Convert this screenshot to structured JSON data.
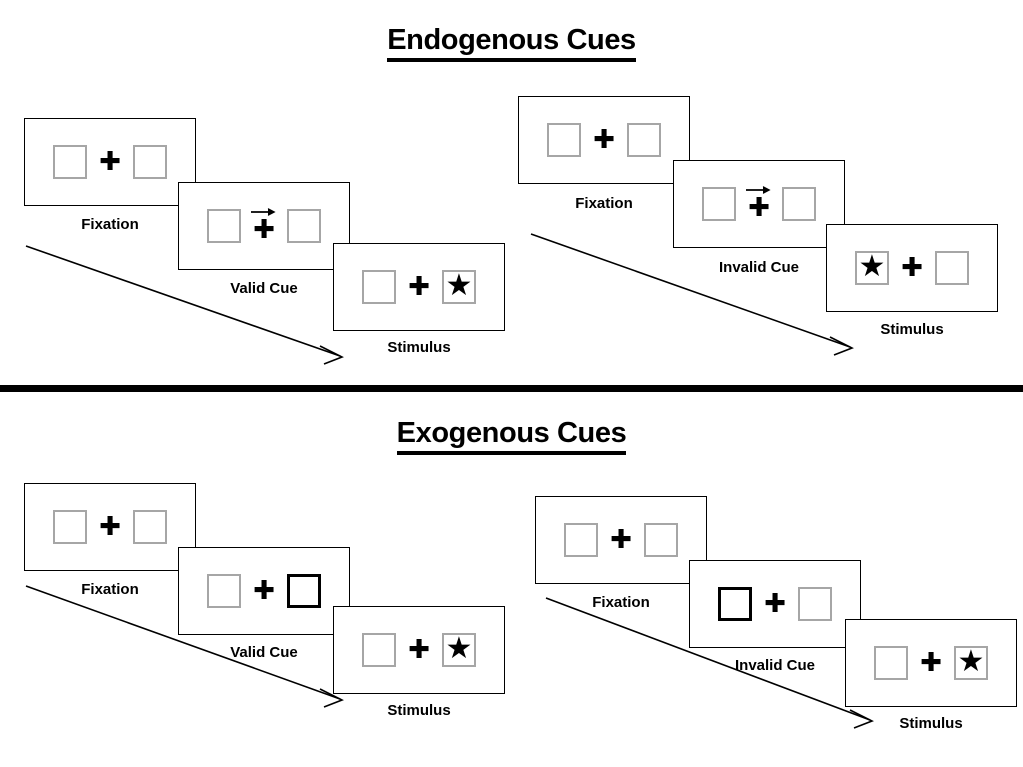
{
  "figure": {
    "sections": [
      {
        "id": "endogenous",
        "title": "Endogenous Cues",
        "sequences": [
          {
            "id": "endogenous-valid",
            "frames": [
              {
                "caption": "Fixation",
                "left_box": "empty",
                "right_box": "empty",
                "center": "plus",
                "arrow_cue": "none"
              },
              {
                "caption": "Valid Cue",
                "left_box": "empty",
                "right_box": "empty",
                "center": "plus",
                "arrow_cue": "right"
              },
              {
                "caption": "Stimulus",
                "left_box": "empty",
                "right_box": "star",
                "center": "plus",
                "arrow_cue": "none"
              }
            ]
          },
          {
            "id": "endogenous-invalid",
            "frames": [
              {
                "caption": "Fixation",
                "left_box": "empty",
                "right_box": "empty",
                "center": "plus",
                "arrow_cue": "none"
              },
              {
                "caption": "Invalid Cue",
                "left_box": "empty",
                "right_box": "empty",
                "center": "plus",
                "arrow_cue": "right"
              },
              {
                "caption": "Stimulus",
                "left_box": "star",
                "right_box": "empty",
                "center": "plus",
                "arrow_cue": "none"
              }
            ]
          }
        ]
      },
      {
        "id": "exogenous",
        "title": "Exogenous Cues",
        "sequences": [
          {
            "id": "exogenous-valid",
            "frames": [
              {
                "caption": "Fixation",
                "left_box": "empty",
                "right_box": "empty",
                "center": "plus",
                "arrow_cue": "none"
              },
              {
                "caption": "Valid Cue",
                "left_box": "empty",
                "right_box": "highlighted",
                "center": "plus",
                "arrow_cue": "none"
              },
              {
                "caption": "Stimulus",
                "left_box": "empty",
                "right_box": "star",
                "center": "plus",
                "arrow_cue": "none"
              }
            ]
          },
          {
            "id": "exogenous-invalid",
            "frames": [
              {
                "caption": "Fixation",
                "left_box": "empty",
                "right_box": "empty",
                "center": "plus",
                "arrow_cue": "none"
              },
              {
                "caption": "Invalid Cue",
                "left_box": "highlighted",
                "right_box": "empty",
                "center": "plus",
                "arrow_cue": "none"
              },
              {
                "caption": "Stimulus",
                "left_box": "empty",
                "right_box": "star",
                "center": "plus",
                "arrow_cue": "none"
              }
            ]
          }
        ]
      }
    ],
    "glyphs": {
      "star": "★",
      "plus": "✚"
    },
    "colors": {
      "outline": "#000000",
      "box_border": "#a6a6a6",
      "cued_box_border": "#000000",
      "background": "#ffffff"
    }
  }
}
